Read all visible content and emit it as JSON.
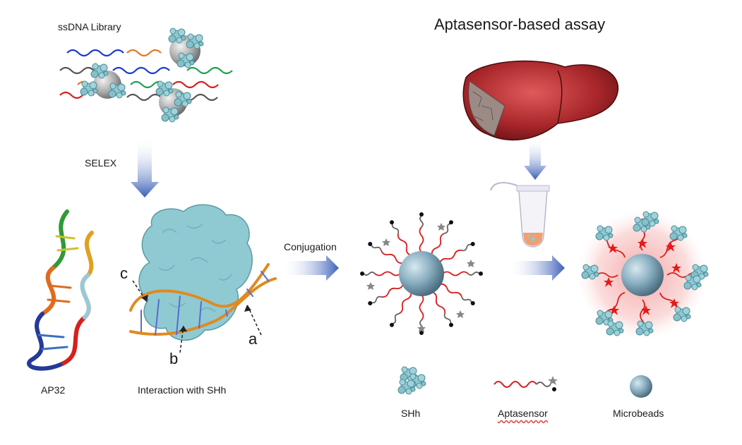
{
  "labels": {
    "library": "ssDNA Library",
    "selex": "SELEX",
    "ap32": "AP32",
    "interaction": "Interaction with SHh",
    "conjugation": "Conjugation",
    "assay_title": "Aptasensor-based assay",
    "site_a": "a",
    "site_b": "b",
    "site_c": "c"
  },
  "legend": [
    {
      "icon": "shh-protein-icon",
      "label": "SHh"
    },
    {
      "icon": "aptasensor-strand-icon",
      "label": "Aptasensor"
    },
    {
      "icon": "microbead-icon",
      "label": "Microbeads"
    }
  ],
  "colors": {
    "arrow": "#3b5fb8",
    "protein": "#8fcad3",
    "bead": "#7fa3b5",
    "strand_red": "#d62020",
    "strand_dark": "#555555",
    "liver": "#a8262a",
    "glow": "#f6b8b8"
  }
}
